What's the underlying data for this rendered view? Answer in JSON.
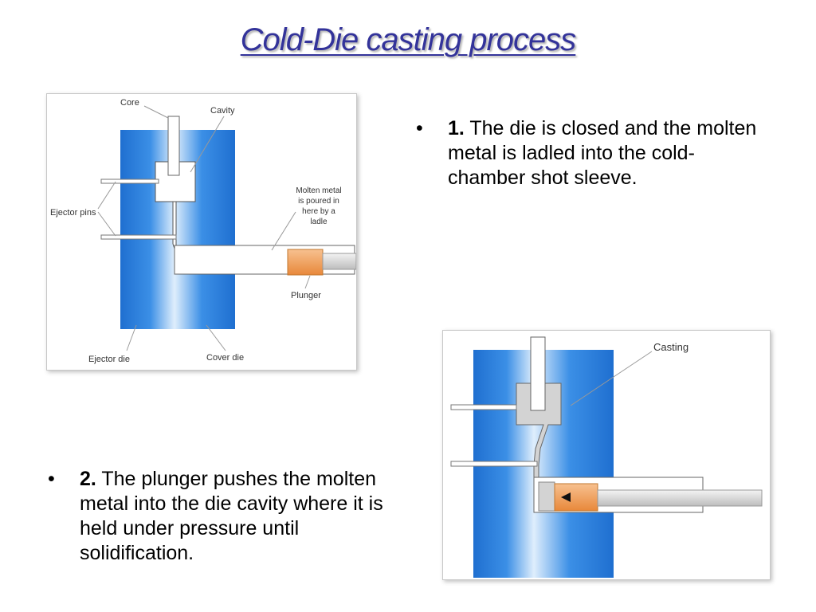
{
  "slide": {
    "title": "Cold-Die casting process"
  },
  "figure1": {
    "labels": {
      "core": "Core",
      "cavity": "Cavity",
      "ejector_pins": "Ejector pins",
      "molten_line1": "Molten metal",
      "molten_line2": "is poured in",
      "molten_line3": "here by a",
      "molten_line4": "ladle",
      "plunger": "Plunger",
      "ejector_die": "Ejector die",
      "cover_die": "Cover die"
    }
  },
  "figure2": {
    "labels": {
      "casting": "Casting"
    }
  },
  "bullets": [
    {
      "number": "1.",
      "text": " The die is closed and the molten metal is ladled into the cold-chamber shot sleeve."
    },
    {
      "number": "2.",
      "text": " The plunger pushes the molten metal into the die cavity where it is held under pressure until solidification."
    }
  ],
  "colors": {
    "title": "#33339a",
    "die_blue": "#1f6fd0",
    "die_light": "#dfeefc",
    "plunger_orange": "#f0a050",
    "part_gray": "#cfcfcf"
  }
}
